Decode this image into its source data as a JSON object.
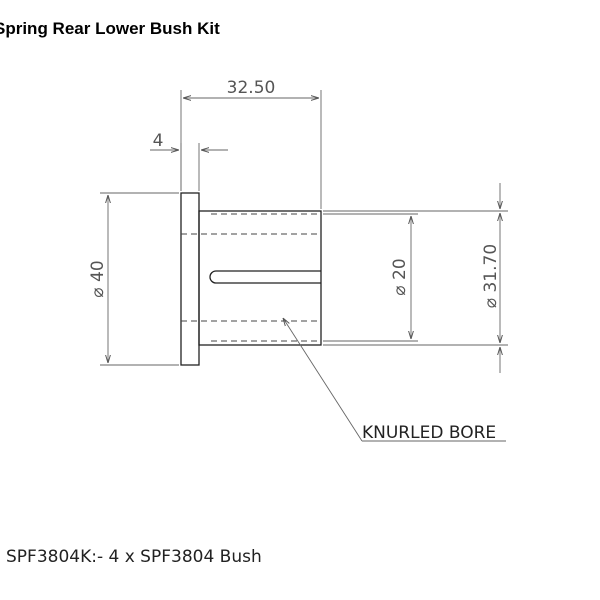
{
  "title": "Spring Rear Lower Bush Kit",
  "caption": "SPF3804K:- 4 x SPF3804 Bush",
  "dimensions": {
    "overall_length": "32.50",
    "flange_thickness": "4",
    "flange_diameter": "⌀ 40",
    "bore_diameter": "⌀ 20",
    "body_diameter": "⌀ 31.70"
  },
  "note": "KNURLED BORE"
}
